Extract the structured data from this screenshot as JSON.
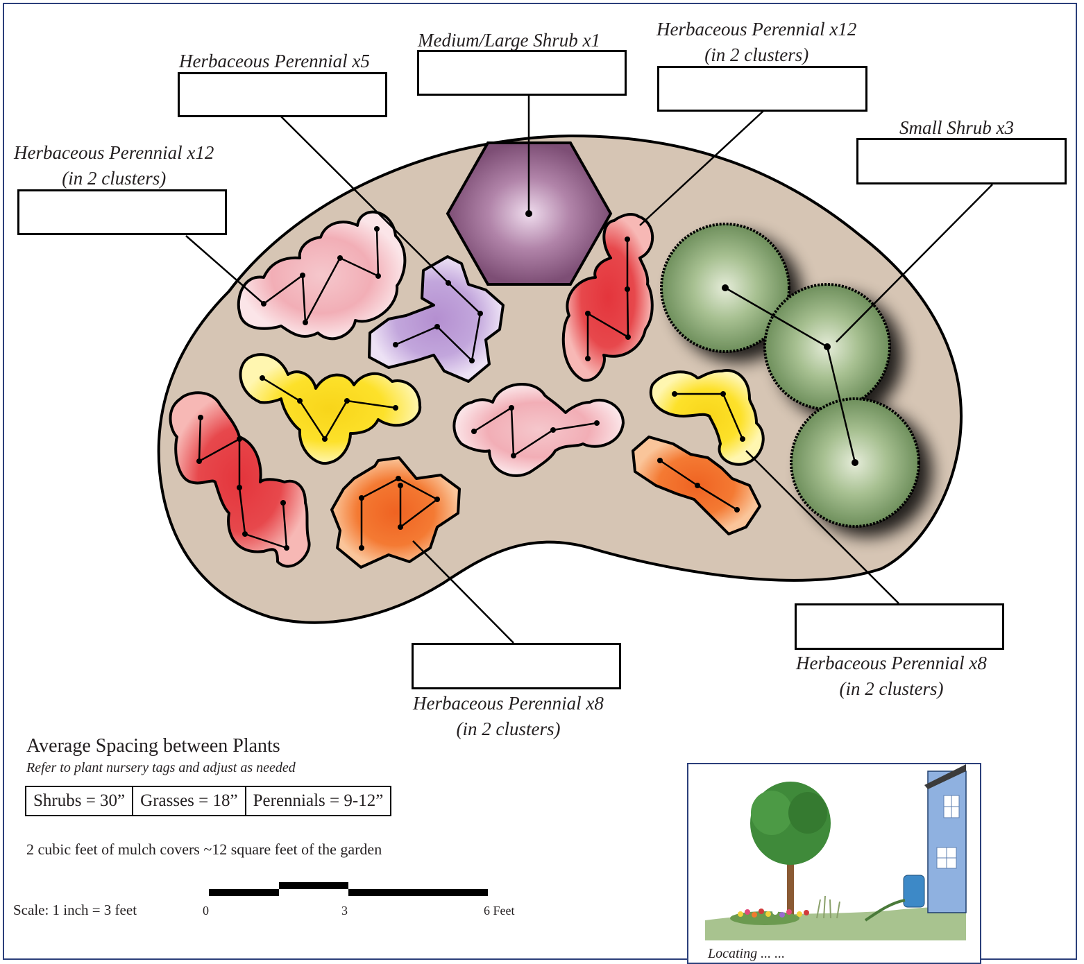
{
  "labels": {
    "perennial_x5": "Herbaceous Perennial x5",
    "shrub_med_large": "Medium/Large Shrub x1",
    "perennial_x12_top_line1": "Herbaceous Perennial x12",
    "perennial_x12_top_line2": "(in 2 clusters)",
    "perennial_x12_left_line1": "Herbaceous Perennial x12",
    "perennial_x12_left_line2": "(in 2 clusters)",
    "small_shrub": "Small Shrub x3",
    "perennial_x8_bottom_line1": "Herbaceous Perennial x8",
    "perennial_x8_bottom_line2": "(in 2 clusters)",
    "perennial_x8_right_line1": "Herbaceous Perennial x8",
    "perennial_x8_right_line2": "(in 2 clusters)"
  },
  "spacing": {
    "title": "Average Spacing between Plants",
    "note": "Refer to plant nursery tags and adjust as needed",
    "shrubs": "Shrubs = 30”",
    "grasses": "Grasses = 18”",
    "perennials": "Perennials = 9-12”"
  },
  "mulch_note": "2 cubic feet of mulch covers ~12 square feet of the garden",
  "scale": {
    "label": "Scale: 1 inch = 3 feet",
    "tick_0": "0",
    "tick_3": "3",
    "tick_6": "6 Feet"
  },
  "inset": {
    "caption": "Locating ... ..."
  },
  "colors": {
    "bed": "#d6c5b4",
    "red": "#e23b3e",
    "pink": "#f3b6be",
    "purple_shrub": "#8e5b86",
    "lavender": "#b79ad1",
    "yellow": "#fbe226",
    "orange": "#f26b2a",
    "green_shrub": "#7f9f6d",
    "frame": "#2b3f7a"
  }
}
